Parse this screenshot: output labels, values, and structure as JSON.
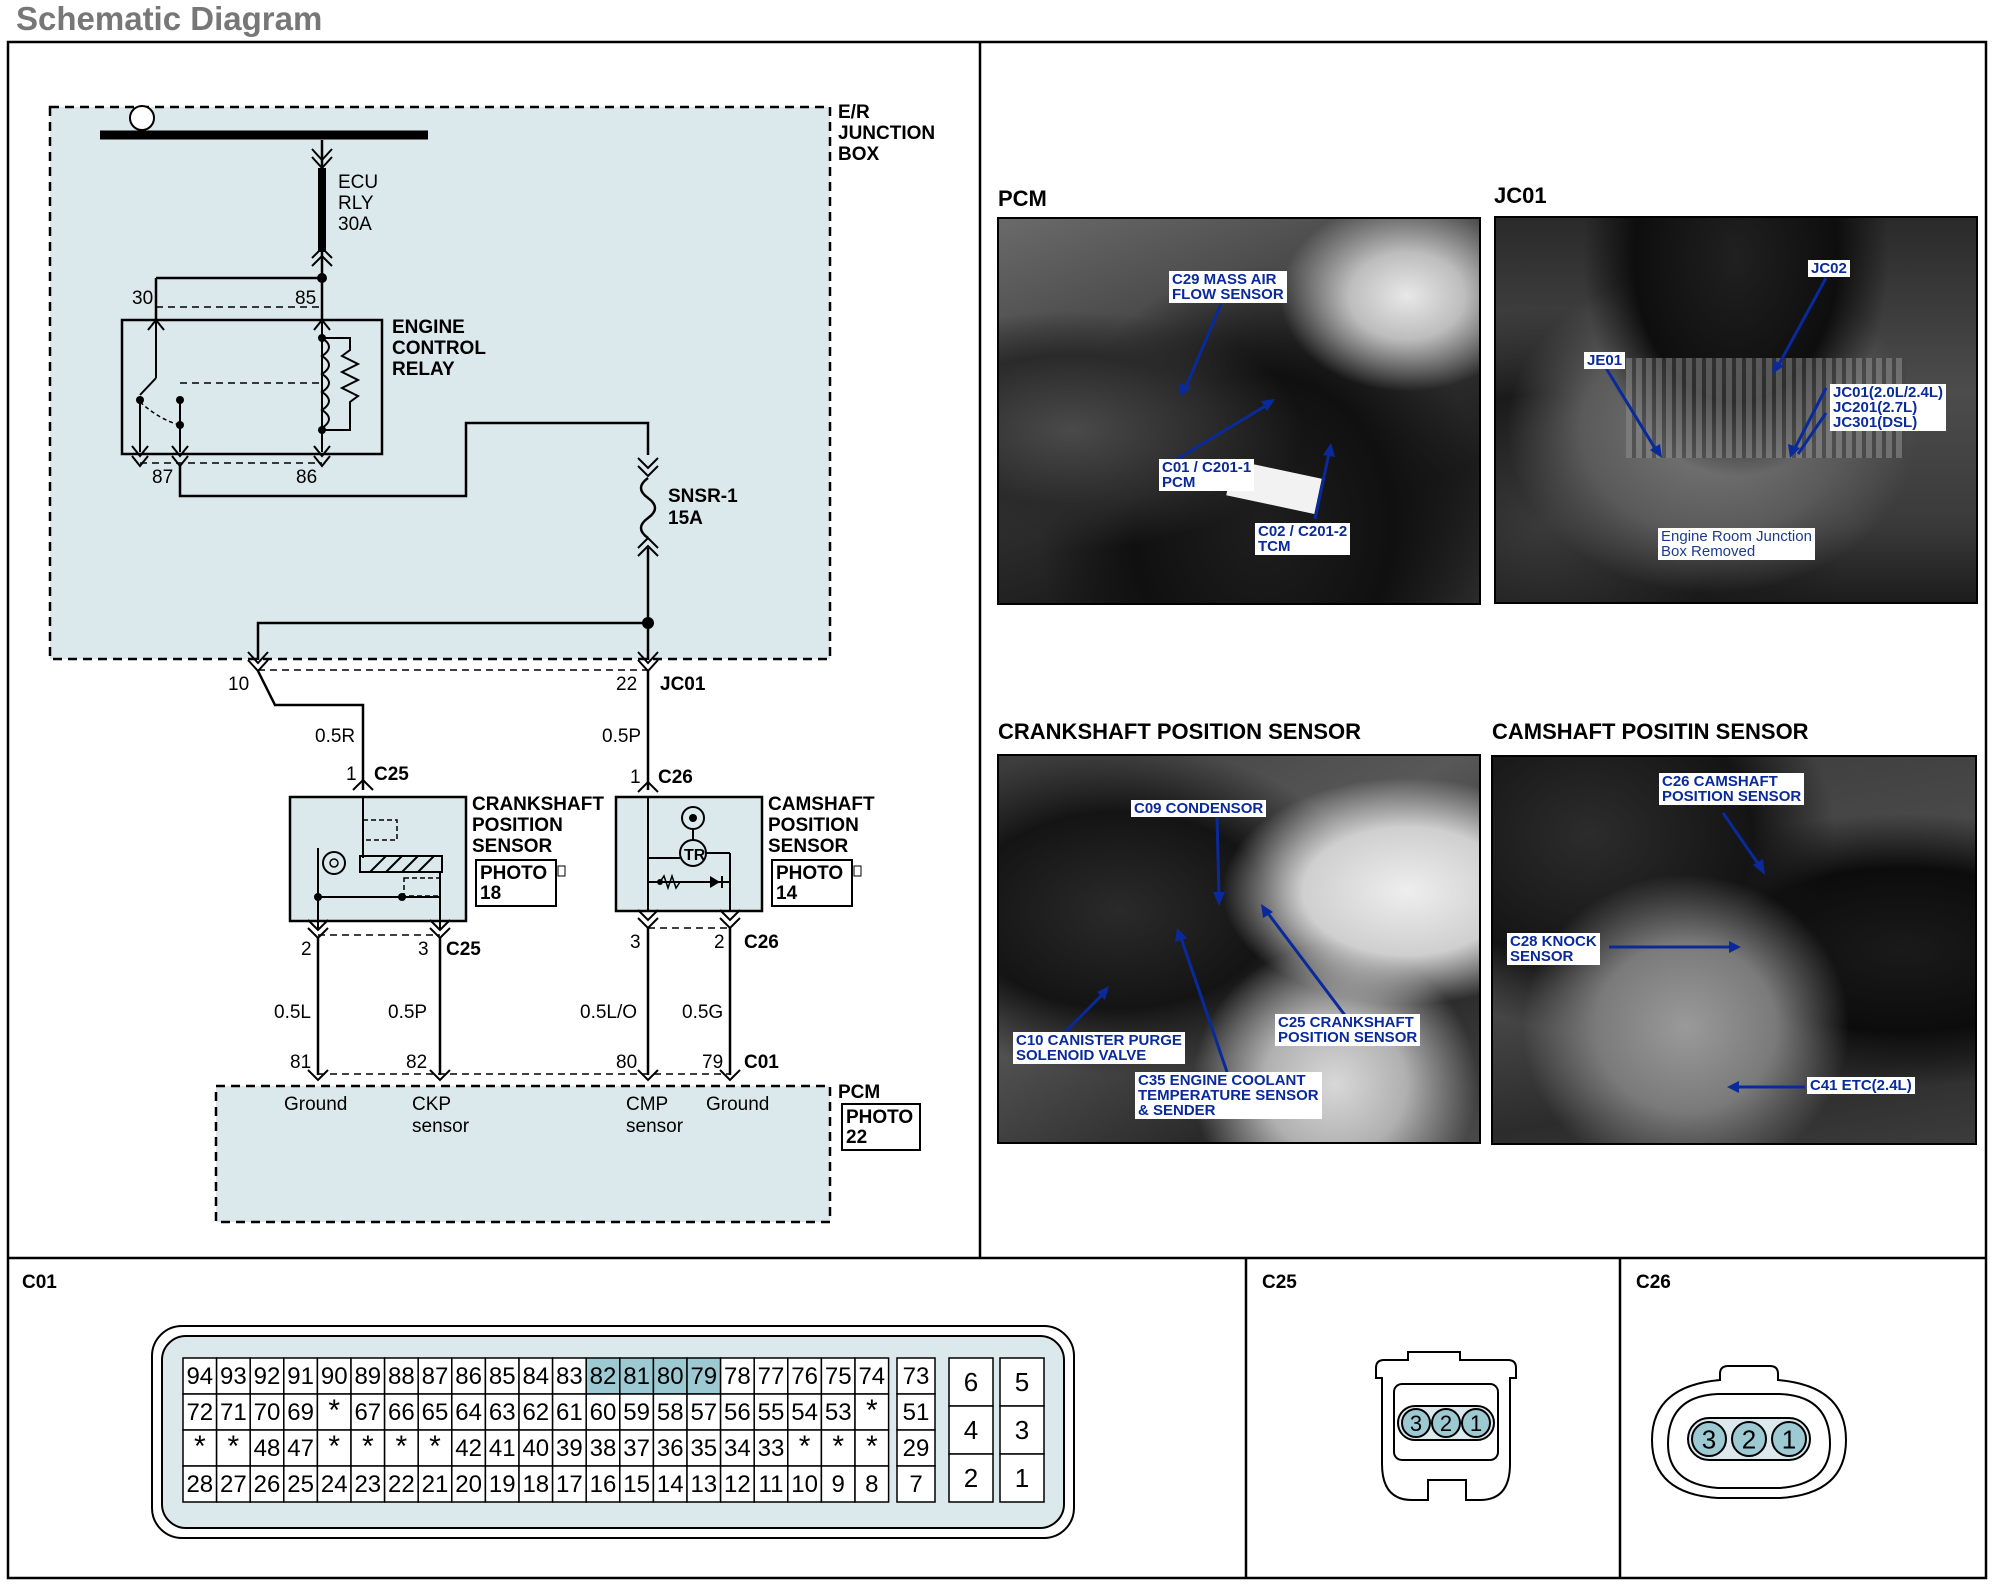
{
  "page_title": "Schematic Diagram",
  "schematic": {
    "junction_box": "E/R\nJUNCTION\nBOX",
    "fuse_ecu": "ECU\nRLY\n30A",
    "relay_label": "ENGINE\nCONTROL\nRELAY",
    "relay_pins": [
      "30",
      "85",
      "87",
      "86"
    ],
    "fuse_snsr": "SNSR-1\n15A",
    "jc01_pins": [
      "10",
      "22"
    ],
    "jc01_label": "JC01",
    "wire_ckp_supply": "0.5R",
    "wire_cmp_supply": "0.5P",
    "c25_label": "C25",
    "c26_label": "C26",
    "c25_pins": [
      "1",
      "2",
      "3"
    ],
    "c26_pins": [
      "1",
      "3",
      "2"
    ],
    "ckp_label": "CRANKSHAFT\nPOSITION\nSENSOR",
    "cmp_label": "CAMSHAFT\nPOSITION\nSENSOR",
    "ckp_photo": "PHOTO\n18",
    "cmp_photo": "PHOTO\n14",
    "wires_bottom": [
      "0.5L",
      "0.5P",
      "0.5L/O",
      "0.5G"
    ],
    "pcm_pins": [
      "81",
      "82",
      "80",
      "79"
    ],
    "c01_label": "C01",
    "pcm_terminals": [
      "Ground",
      "CKP\nsensor",
      "CMP\nsensor",
      "Ground"
    ],
    "pcm_label": "PCM",
    "pcm_photo": "PHOTO\n22",
    "tr_label": "TR"
  },
  "photos": [
    {
      "title": "PCM",
      "callouts": [
        "C29 MASS AIR\nFLOW SENSOR",
        "C01 / C201-1\nPCM",
        "C02 / C201-2\nTCM"
      ]
    },
    {
      "title": "JC01",
      "callouts": [
        "JC02",
        "JE01",
        "JC01(2.0L/2.4L)\nJC201(2.7L)\nJC301(DSL)",
        "Engine Room Junction\nBox Removed"
      ]
    },
    {
      "title": "CRANKSHAFT POSITION SENSOR",
      "callouts": [
        "C09 CONDENSOR",
        "C10 CANISTER PURGE\nSOLENOID VALVE",
        "C25 CRANKSHAFT\nPOSITION SENSOR",
        "C35 ENGINE COOLANT\nTEMPERATURE SENSOR\n& SENDER"
      ]
    },
    {
      "title": "CAMSHAFT POSITIN SENSOR",
      "callouts": [
        "C26 CAMSHAFT\nPOSITION SENSOR",
        "C28 KNOCK\nSENSOR",
        "C41 ETC(2.4L)"
      ]
    }
  ],
  "connectors": {
    "c01": {
      "label": "C01",
      "rows": [
        [
          "94",
          "93",
          "92",
          "91",
          "90",
          "89",
          "88",
          "87",
          "86",
          "85",
          "84",
          "83",
          "82",
          "81",
          "80",
          "79",
          "78",
          "77",
          "76",
          "75",
          "74"
        ],
        [
          "72",
          "71",
          "70",
          "69",
          "*",
          "67",
          "66",
          "65",
          "64",
          "63",
          "62",
          "61",
          "60",
          "59",
          "58",
          "57",
          "56",
          "55",
          "54",
          "53",
          "*"
        ],
        [
          "*",
          "*",
          "48",
          "47",
          "*",
          "*",
          "*",
          "*",
          "42",
          "41",
          "40",
          "39",
          "38",
          "37",
          "36",
          "35",
          "34",
          "33",
          "*",
          "*",
          "*"
        ],
        [
          "28",
          "27",
          "26",
          "25",
          "24",
          "23",
          "22",
          "21",
          "20",
          "19",
          "18",
          "17",
          "16",
          "15",
          "14",
          "13",
          "12",
          "11",
          "10",
          "9",
          "8"
        ]
      ],
      "side_col": [
        "73",
        "51",
        "29",
        "7"
      ],
      "block_a": [
        "6",
        "4",
        "2"
      ],
      "block_b": [
        "5",
        "3",
        "1"
      ],
      "highlight": [
        "82",
        "81",
        "80",
        "79"
      ]
    },
    "c25": {
      "label": "C25",
      "pins": [
        "3",
        "2",
        "1"
      ]
    },
    "c26": {
      "label": "C26",
      "pins": [
        "3",
        "2",
        "1"
      ]
    }
  },
  "colors": {
    "fill": "#dce9ec",
    "highlight": "#9cc9d2",
    "callout_text": "#0a2a9c"
  }
}
